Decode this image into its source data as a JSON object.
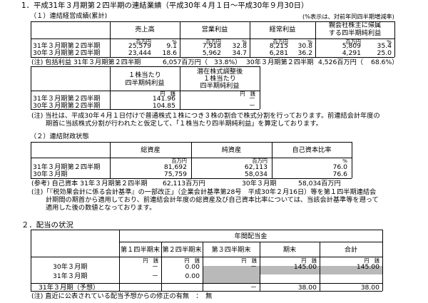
{
  "sec1": {
    "title": "1．平成31年３月期第２四半期の連結業績（平成30年４月１日～平成30年９月30日）",
    "sub": "（１）連結経営成績(累計)",
    "note": "(%表示は、対前年同四半期増減率)",
    "headers": [
      "売上高",
      "営業利益",
      "経常利益",
      "親会社株主に帰属",
      "する四半期純利益"
    ],
    "units": {
      "yen_m": "百万円",
      "pct": "%"
    },
    "rows": [
      {
        "label": "31年３月期第２四半期",
        "vals": [
          "25,579",
          "9.1",
          "7,918",
          "32.8",
          "8,215",
          "30.8",
          "5,809",
          "35.4"
        ]
      },
      {
        "label": "30年３月期第２四半期",
        "vals": [
          "23,444",
          "18.6",
          "5,962",
          "34.7",
          "6,281",
          "36.2",
          "4,291",
          "25.0"
        ]
      }
    ],
    "comp_note": "(注) 包括利益 31年３月期第２四半期",
    "comp_v1": "6,057百万円（",
    "comp_v2": "33.8%）",
    "comp_prior": "30年３月期第２四半期",
    "comp_v3": "4,526百万円（",
    "comp_v4": "68.6%）"
  },
  "eps": {
    "h1a": "１株当たり",
    "h1b": "四半期純利益",
    "h2a": "潜在株式調整後",
    "h2b": "１株当たり",
    "h2c": "四半期純利益",
    "unit": "円　銭",
    "rows": [
      {
        "label": "31年３月期第２四半期",
        "v1": "141.96",
        "v2": "－"
      },
      {
        "label": "30年３月期第２四半期",
        "v1": "104.85",
        "v2": "－"
      }
    ],
    "note1": "(注) 当社は、平成30年４月１日付けで普通株式１株につき３株の割合で株式分割を行っております。前連結会計年度の",
    "note2": "期首に当該株式分割が行われたと仮定して、「１株当たり四半期純利益」を算定しております。"
  },
  "sec2": {
    "sub": "（２）連結財政状態",
    "headers": [
      "総資産",
      "純資産",
      "自己資本比率"
    ],
    "unit_yen": "百万円",
    "unit_pct": "%",
    "rows": [
      {
        "label": "31年３月期第２四半期",
        "vals": [
          "81,692",
          "62,113",
          "76.0"
        ]
      },
      {
        "label": "30年３月期",
        "vals": [
          "75,759",
          "58,034",
          "76.6"
        ]
      }
    ],
    "ref": "(参考) 自己資本 31年３月期第２四半期",
    "ref_v1": "62,113百万円",
    "ref_prior": "30年３月期",
    "ref_v2": "58,034百万円",
    "note1": "(注)「『税効果会計に係る会計基準』の一部改正」（企業会計基準第28号　平成30年２月16日）等を第１四半期連結会",
    "note2": "計期間の期首から適用しており、前連結会計年度の総資産及び自己資本比率については、当該会計基準等を遡って",
    "note3": "適用した後の数値となっております。"
  },
  "div": {
    "title": "２．配当の状況",
    "top": "年間配当金",
    "headers": [
      "第１四半期末",
      "第２四半期末",
      "第３四半期末",
      "期末",
      "合計"
    ],
    "unit": "円　銭",
    "rows": [
      {
        "label": "30年３月期",
        "vals": [
          "－",
          "0.00",
          "－",
          "145.00",
          "145.00"
        ]
      },
      {
        "label": "31年３月期",
        "vals": [
          "－",
          "0.00",
          "",
          "",
          ""
        ]
      },
      {
        "label": "31年３月期（予想）",
        "vals": [
          "",
          "",
          "－",
          "38.00",
          "38.00"
        ]
      }
    ],
    "note": "(注) 直近に公表されている配当予想からの修正の有無　：　無"
  }
}
